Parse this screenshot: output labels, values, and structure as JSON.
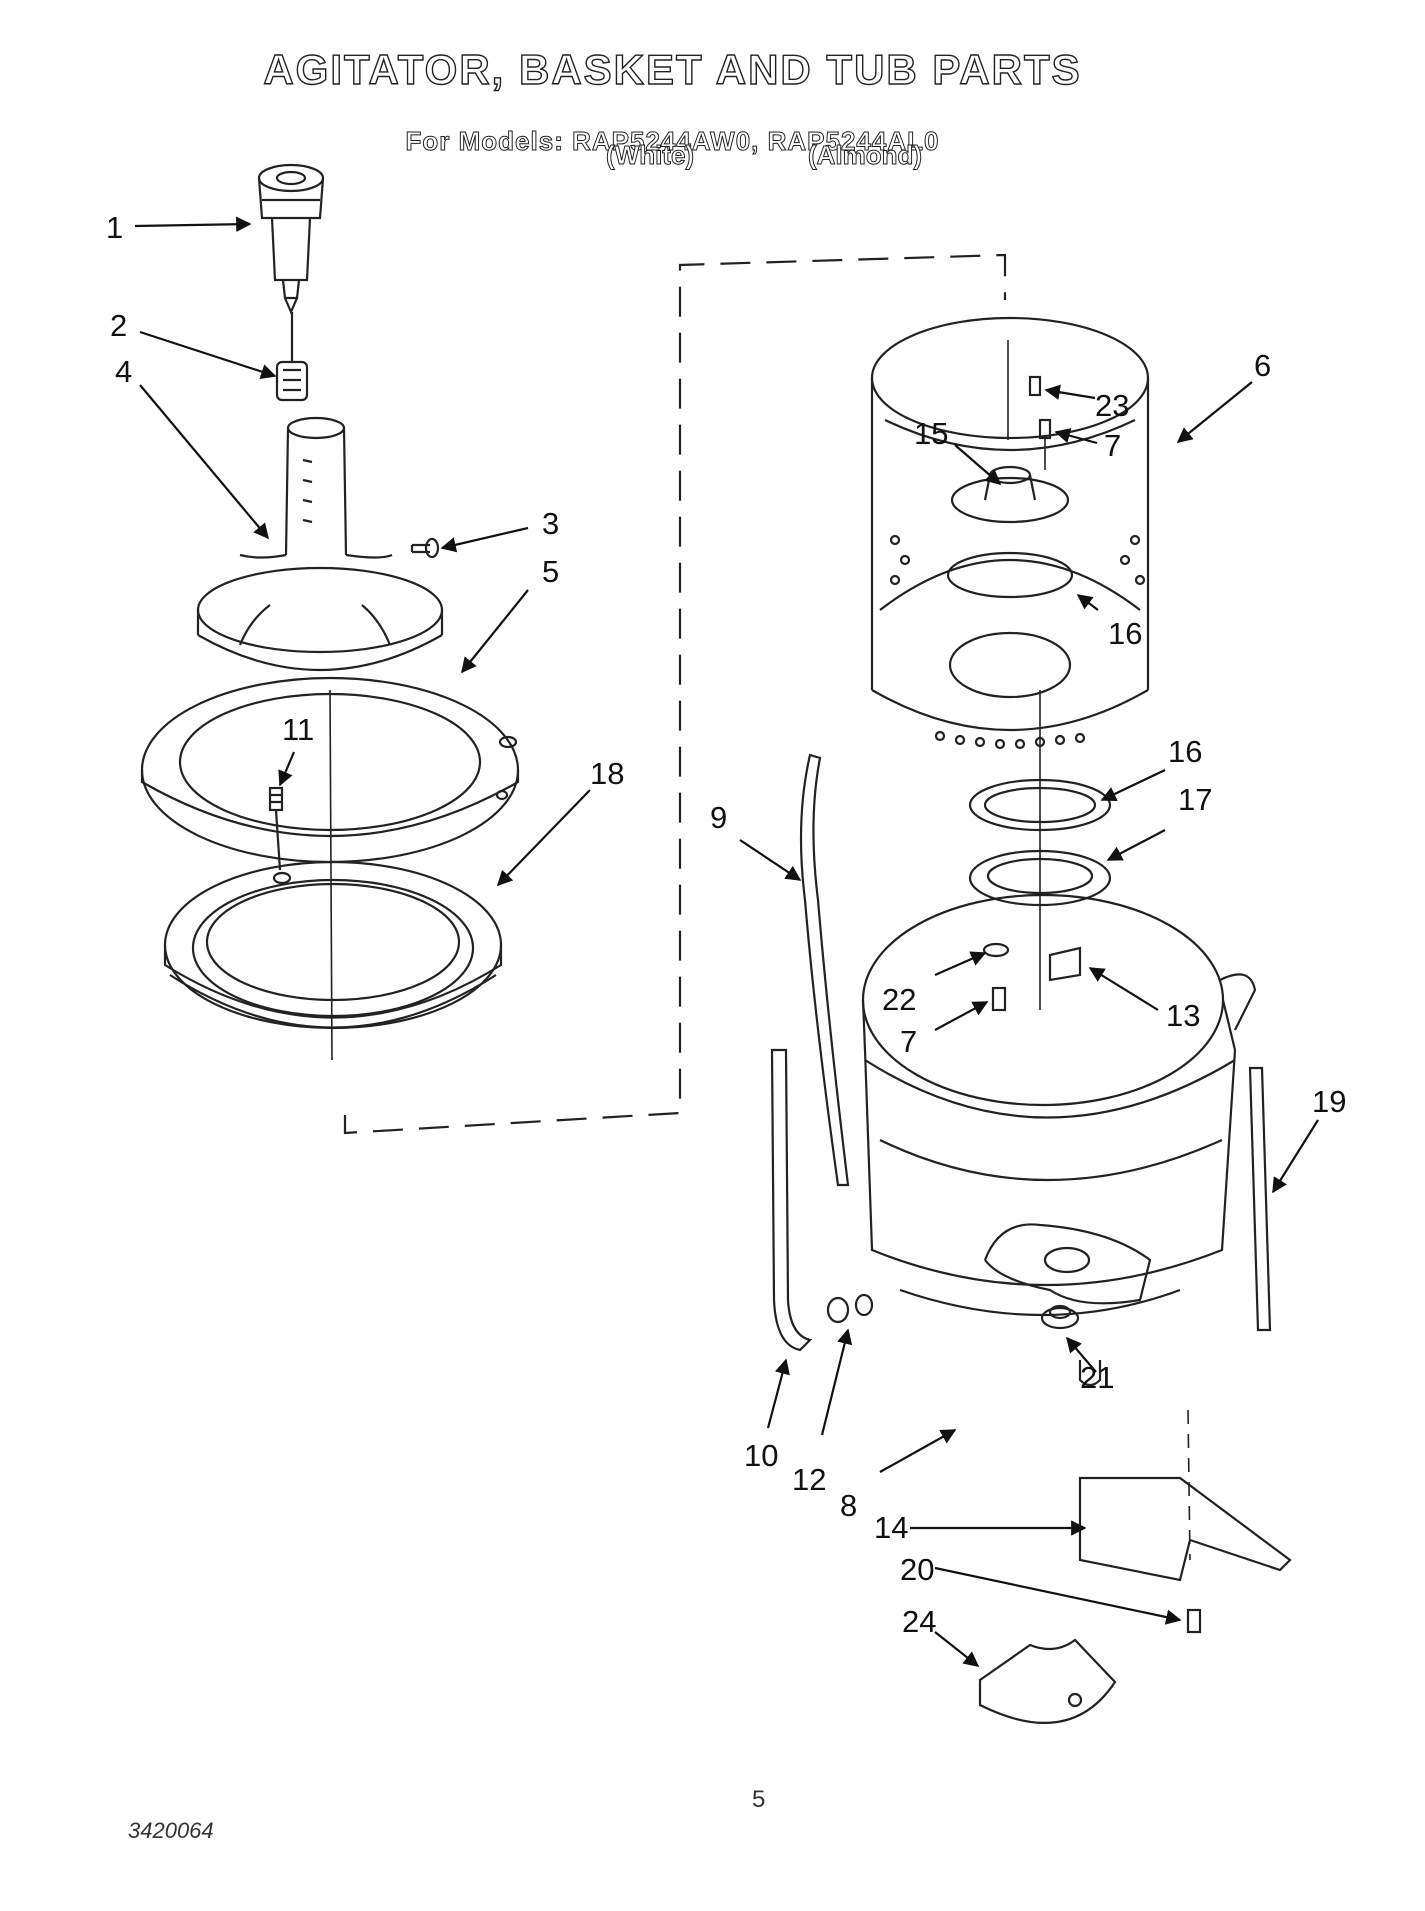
{
  "header": {
    "title": "AGITATOR, BASKET AND TUB PARTS",
    "models_line": "For Models: RAP5244AW0,   RAP5244AL0",
    "color_white": "(White)",
    "color_almond": "(Almond)"
  },
  "callouts": [
    "1",
    "2",
    "4",
    "3",
    "5",
    "11",
    "18",
    "6",
    "23",
    "15",
    "7",
    "16",
    "16",
    "17",
    "9",
    "22",
    "7",
    "13",
    "19",
    "21",
    "10",
    "12",
    "8",
    "14",
    "20",
    "24"
  ],
  "footer": {
    "page_number": "5",
    "doc_number": "3420064"
  }
}
